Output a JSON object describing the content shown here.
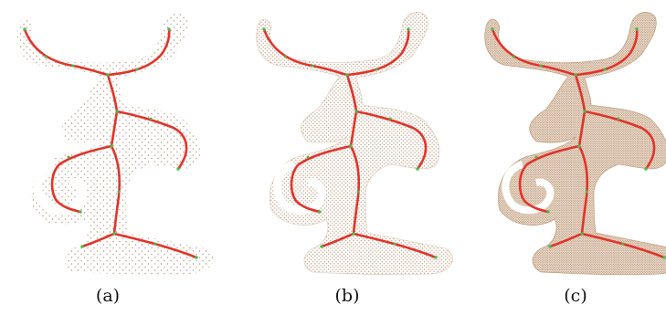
{
  "panels": [
    {
      "label": "(a)",
      "point_density": "sparse"
    },
    {
      "label": "(b)",
      "point_density": "medium"
    },
    {
      "label": "(c)",
      "point_density": "dense"
    }
  ],
  "colors": {
    "points": "#a0714a",
    "skeleton": "#e0342a",
    "skeleton_nodes": "#4cb84c"
  }
}
